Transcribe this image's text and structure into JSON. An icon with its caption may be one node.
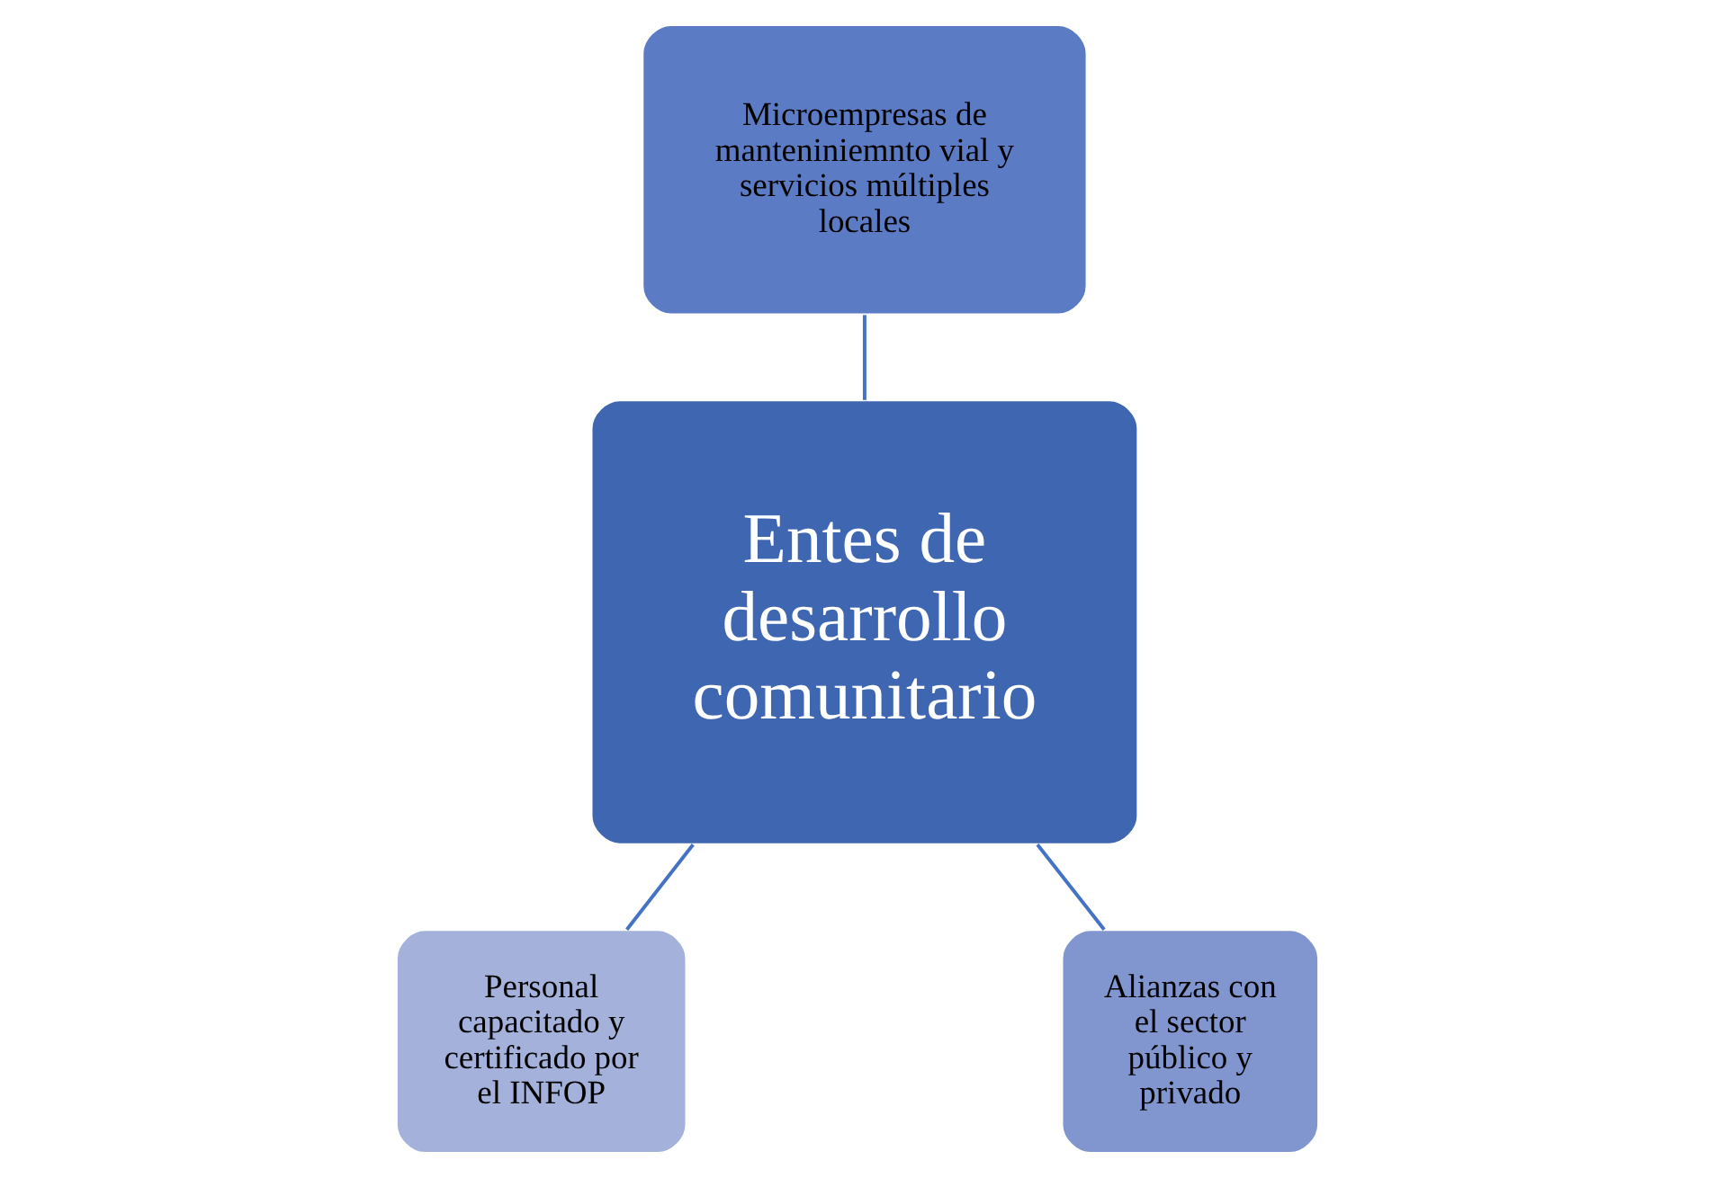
{
  "diagram": {
    "nodes": [
      {
        "text": [
          "Entes de desarrollo comunitario"
        ]
      },
      {
        "text": [
          "Microempresas de manteniniemnto vial y servicios múltiples locales"
        ]
      },
      {
        "text": [
          "Personal capacitado y certificado por el INFOP"
        ]
      },
      {
        "text": [
          "Alianzas con el sector público y privado"
        ]
      }
    ],
    "edges": [
      {
        "from": 1,
        "to": 0,
        "arrow": "none"
      },
      {
        "from": 0,
        "to": 2,
        "arrow": "none"
      },
      {
        "from": 0,
        "to": 3,
        "arrow": "none"
      }
    ]
  }
}
